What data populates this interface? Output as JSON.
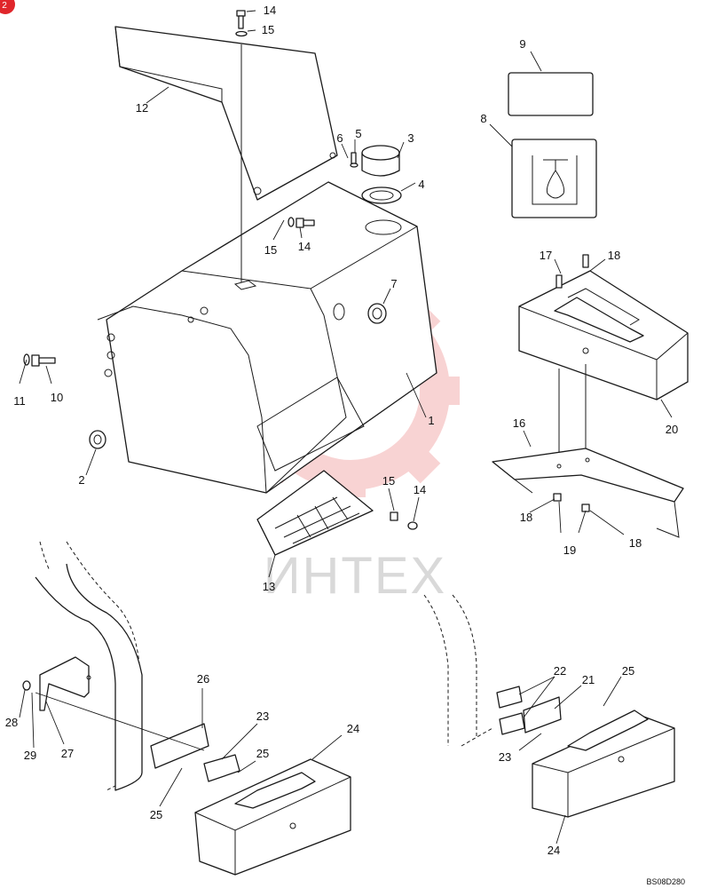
{
  "drawing_ref": "BS08D280",
  "watermark_text": "ИНТЕХ",
  "colors": {
    "line": "#1a1a1a",
    "watermark": "#f4b0b0",
    "corner_badge": "#e0262b"
  },
  "callouts": [
    {
      "id": "c14a",
      "label": "14"
    },
    {
      "id": "c15a",
      "label": "15"
    },
    {
      "id": "c12",
      "label": "12"
    },
    {
      "id": "c6",
      "label": "6"
    },
    {
      "id": "c5",
      "label": "5"
    },
    {
      "id": "c3",
      "label": "3"
    },
    {
      "id": "c4",
      "label": "4"
    },
    {
      "id": "c15b",
      "label": "15"
    },
    {
      "id": "c14b",
      "label": "14"
    },
    {
      "id": "c7",
      "label": "7"
    },
    {
      "id": "c11",
      "label": "11"
    },
    {
      "id": "c10",
      "label": "10"
    },
    {
      "id": "c1",
      "label": "1"
    },
    {
      "id": "c2",
      "label": "2"
    },
    {
      "id": "c15c",
      "label": "15"
    },
    {
      "id": "c14c",
      "label": "14"
    },
    {
      "id": "c13",
      "label": "13"
    },
    {
      "id": "c9",
      "label": "9"
    },
    {
      "id": "c8",
      "label": "8"
    },
    {
      "id": "c17",
      "label": "17"
    },
    {
      "id": "c18a",
      "label": "18"
    },
    {
      "id": "c20",
      "label": "20"
    },
    {
      "id": "c16",
      "label": "16"
    },
    {
      "id": "c18b",
      "label": "18"
    },
    {
      "id": "c19",
      "label": "19"
    },
    {
      "id": "c18c",
      "label": "18"
    },
    {
      "id": "c26",
      "label": "26"
    },
    {
      "id": "c23a",
      "label": "23"
    },
    {
      "id": "c24a",
      "label": "24"
    },
    {
      "id": "c25a",
      "label": "25"
    },
    {
      "id": "c25b",
      "label": "25"
    },
    {
      "id": "c28",
      "label": "28"
    },
    {
      "id": "c29",
      "label": "29"
    },
    {
      "id": "c27",
      "label": "27"
    },
    {
      "id": "c22",
      "label": "22"
    },
    {
      "id": "c21",
      "label": "21"
    },
    {
      "id": "c25c",
      "label": "25"
    },
    {
      "id": "c23b",
      "label": "23"
    },
    {
      "id": "c24b",
      "label": "24"
    }
  ]
}
